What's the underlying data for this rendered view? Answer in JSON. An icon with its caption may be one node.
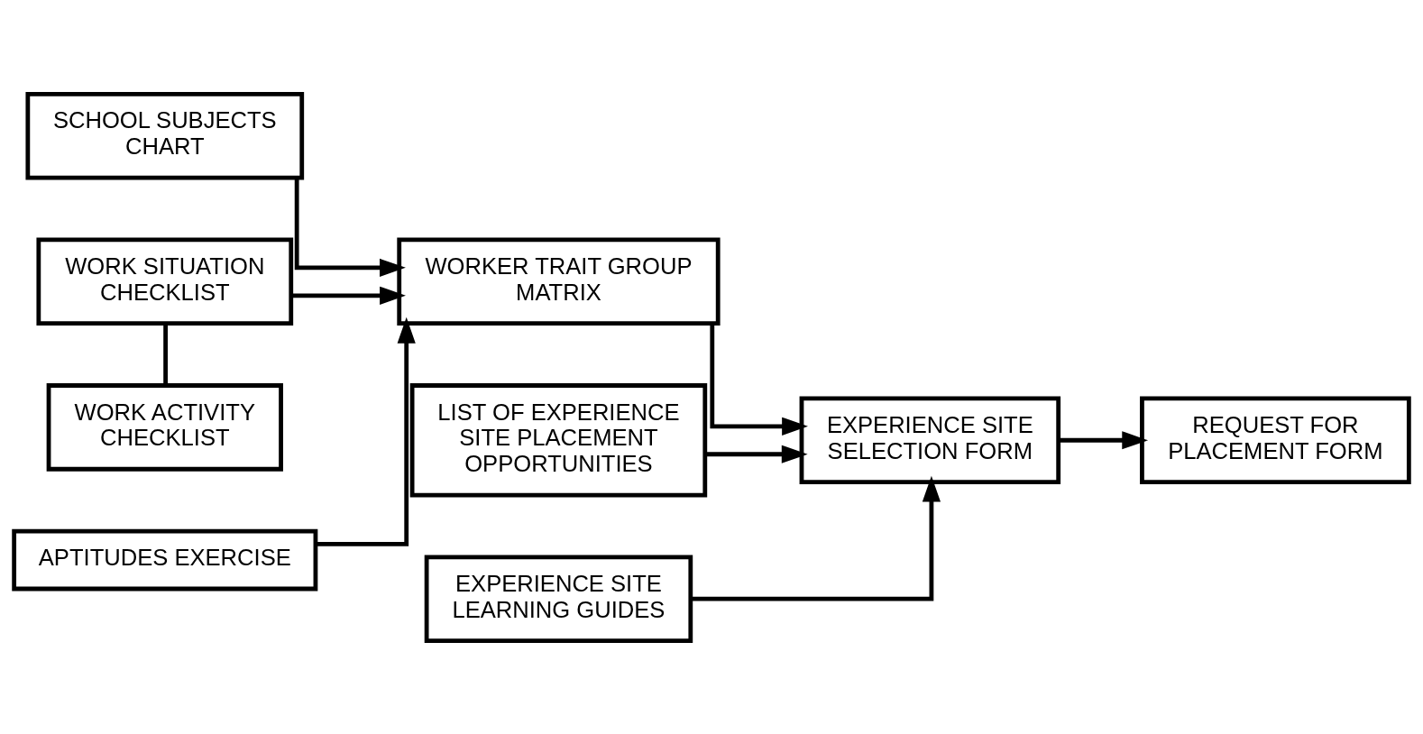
{
  "diagram": {
    "nodes": [
      {
        "text": [
          "SCHOOL SUBJECTS CHART"
        ]
      },
      {
        "text": [
          "WORK ACTIVITY CHECKLIST"
        ]
      },
      {
        "text": [
          "WORK SITUATION CHECKLIST"
        ]
      },
      {
        "text": [
          "APTITUDES EXERCISE"
        ]
      },
      {
        "text": [
          "WORKER TRAIT GROUP MATRIX"
        ]
      },
      {
        "text": [
          "LIST OF EXPERIENCE SITE PLACEMENT OPPORTUNITIES"
        ]
      },
      {
        "text": [
          "EXPERIENCE SITE SELECTION FORM"
        ]
      },
      {
        "text": [
          "EXPERIENCE SITE LEARNING GUIDES"
        ]
      },
      {
        "text": [
          "REQUEST FOR PLACEMENT FORM"
        ]
      }
    ],
    "edges": [
      {
        "from": 0,
        "to": 4,
        "arrow": "to"
      },
      {
        "from": 1,
        "to": 2,
        "arrow": "none"
      },
      {
        "from": 2,
        "to": 4,
        "arrow": "to"
      },
      {
        "from": 3,
        "to": 4,
        "arrow": "to"
      },
      {
        "from": 4,
        "to": 6,
        "arrow": "to"
      },
      {
        "from": 5,
        "to": 6,
        "arrow": "to"
      },
      {
        "from": 7,
        "to": 6,
        "arrow": "to"
      },
      {
        "from": 6,
        "to": 8,
        "arrow": "to"
      }
    ]
  }
}
